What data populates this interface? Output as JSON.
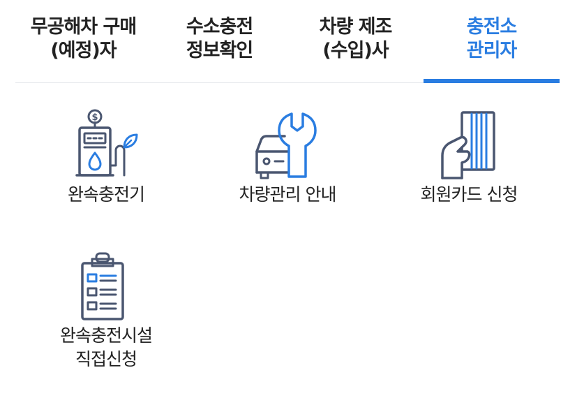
{
  "tabs": [
    {
      "line1": "무공해차 구매",
      "line2": "(예정)자",
      "active": false
    },
    {
      "line1": "수소충전",
      "line2": "정보확인",
      "active": false
    },
    {
      "line1": "차량 제조",
      "line2": "(수입)사",
      "active": false
    },
    {
      "line1": "충전소",
      "line2": "관리자",
      "active": true
    }
  ],
  "menu": {
    "items": [
      {
        "line1": "완속충전기",
        "icon": "ev-charger-icon"
      },
      {
        "line1": "차량관리 안내",
        "icon": "car-wrench-icon"
      },
      {
        "line1": "회원카드 신청",
        "icon": "hand-card-icon"
      },
      {
        "line1": "완속충전시설",
        "line2": "직접신청",
        "icon": "clipboard-checklist-icon"
      }
    ]
  },
  "colors": {
    "accent": "#2a7de1",
    "icon_dark": "#4a5670",
    "icon_blue": "#2a7de1",
    "text": "#222222",
    "divider": "#e6e8ec"
  }
}
